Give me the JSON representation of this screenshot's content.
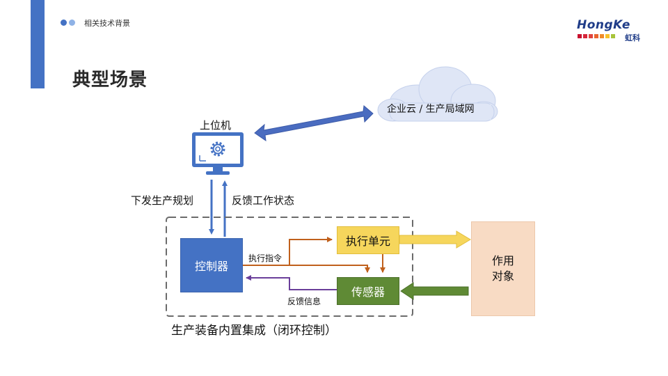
{
  "header": {
    "section_label": "相关技术背景",
    "page_title": "典型场景",
    "logo_text": "HongKe",
    "logo_cn": "虹科"
  },
  "diagram": {
    "cloud_label": "企业云 / 生产局域网",
    "pc_label": "上位机",
    "down_label": "下发生产规划",
    "up_label": "反馈工作状态",
    "controller_label": "控制器",
    "exec_label": "执行单元",
    "sensor_label": "传感器",
    "target_label_line1": "作用",
    "target_label_line2": "对象",
    "cmd_label": "执行指令",
    "feedback_label": "反馈信息",
    "boundary_label": "生产装备内置集成（闭环控制）"
  },
  "colors": {
    "accent_blue": "#4472c4",
    "exec_yellow": "#f6d65c",
    "sensor_green": "#5f8a35",
    "target_peach": "#f8dbc4",
    "cmd_arrow": "#c0601c",
    "feedback_arrow": "#6a3e9a"
  },
  "logo_colors": [
    "#c8102e",
    "#d6263a",
    "#e0433d",
    "#e8632f",
    "#f08c2a",
    "#f6c12a",
    "#a8c43a"
  ]
}
